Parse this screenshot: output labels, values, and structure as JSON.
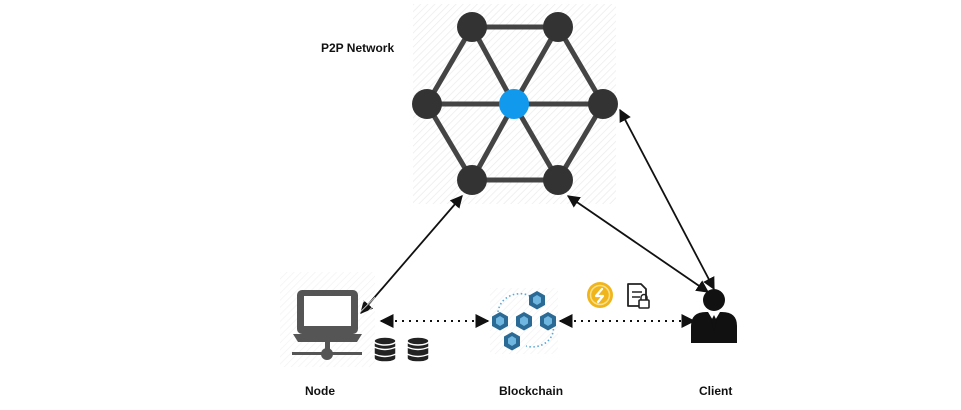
{
  "labels": {
    "network": "P2P Network",
    "node": "Node",
    "blockchain": "Blockchain",
    "client": "Client"
  },
  "colors": {
    "node_dark": "#333333",
    "node_center": "#1199ee",
    "edge": "#444444",
    "arrow": "#111111",
    "monitor": "#555555",
    "cube": "#2a6a95",
    "coin": "#f1b51c",
    "client": "#111111"
  },
  "icons": [
    "server-monitor-icon",
    "database-icon",
    "blockchain-cubes-icon",
    "coin-icon",
    "secure-document-icon",
    "business-user-icon"
  ]
}
